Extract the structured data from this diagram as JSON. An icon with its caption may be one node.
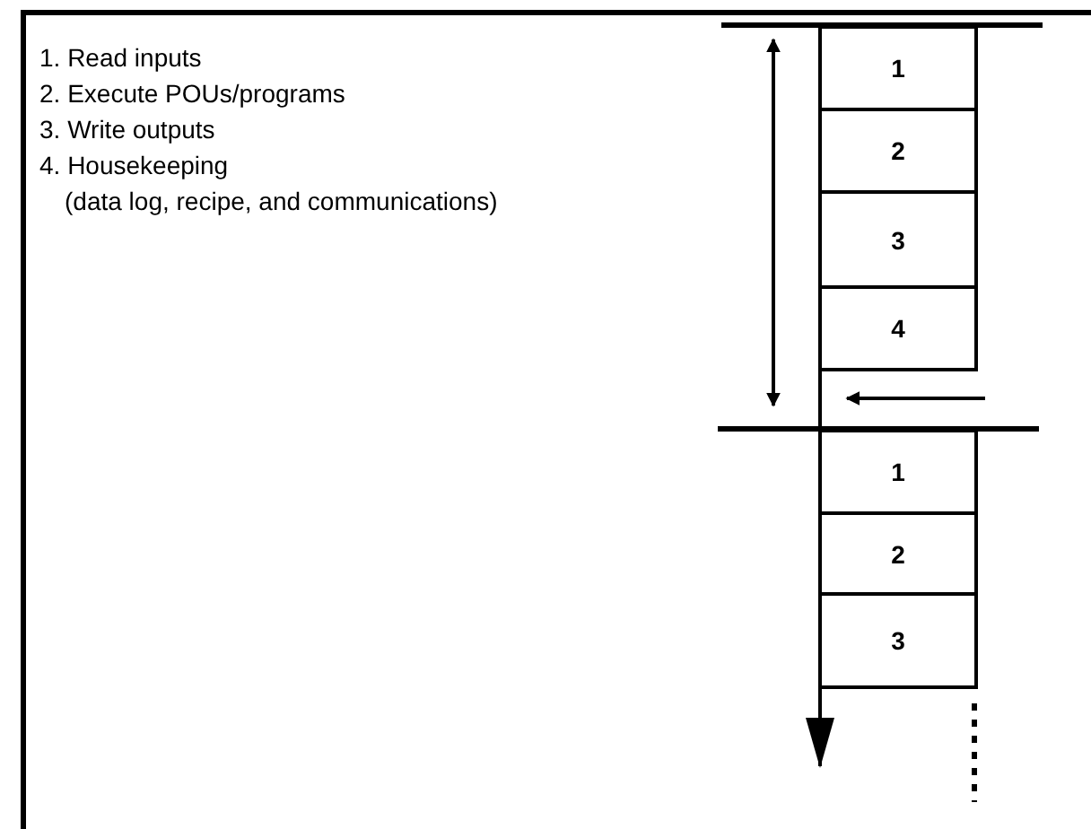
{
  "diagram": {
    "nodes": [
      {
        "text": [
          "1"
        ]
      },
      {
        "text": [
          "2"
        ]
      },
      {
        "text": [
          "3"
        ]
      },
      {
        "text": [
          "4"
        ]
      },
      {
        "text": [
          "1"
        ]
      },
      {
        "text": [
          "2"
        ]
      },
      {
        "text": [
          "3"
        ]
      }
    ],
    "labels": [
      "1. Read inputs",
      "2. Execute POUs/programs",
      "3. Write outputs",
      "4. Housekeeping",
      "(data log, recipe, and communications)"
    ]
  }
}
